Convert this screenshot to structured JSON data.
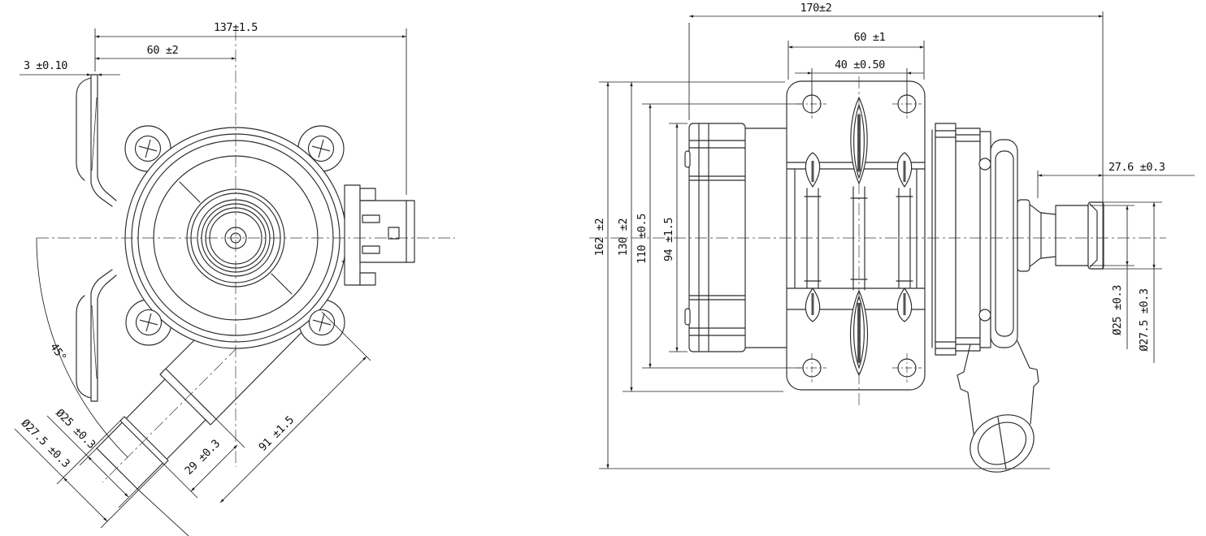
{
  "drawing_type": "mechanical-engineering-drawing",
  "subject": "electric-water-pump-two-view-dimension-drawing",
  "style": {
    "background": "#ffffff",
    "line_color": "#2b2b2b",
    "dim_color": "#1f1f1f"
  },
  "dims": {
    "front": {
      "total_width": "137±1.5",
      "mount_offset": "60 ±2",
      "flange_thickness": "3 ±0.10",
      "outlet_angle": "45°",
      "outlet_od": "Ø25 ±0.3",
      "outlet_collar_od": "Ø27.5 ±0.3",
      "outlet_stub_len": "29 ±0.3",
      "outlet_len": "91 ±1.5"
    },
    "side": {
      "total_length": "170±2",
      "bracket_width": "60 ±1",
      "hole_spacing": "40 ±0.50",
      "total_height": "162 ±2",
      "bracket_height": "130 ±2",
      "hole_span": "110 ±0.5",
      "body_od": "94 ±1.5",
      "port_length": "27.6 ±0.3",
      "port_od": "Ø25 ±0.3",
      "port_collar_od": "Ø27.5 ±0.3"
    }
  }
}
